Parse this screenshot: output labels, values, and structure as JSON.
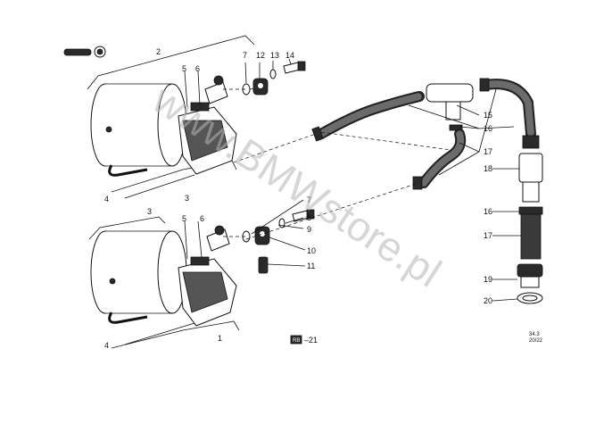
{
  "callouts": {
    "c1": "1",
    "c2": "2",
    "c3a": "3",
    "c3b": "3",
    "c4a": "4",
    "c4b": "4",
    "c5a": "5",
    "c5b": "5",
    "c6a": "6",
    "c6b": "6",
    "c7a": "7",
    "c7b": "7",
    "c8": "8",
    "c9": "9",
    "c10": "10",
    "c11": "11",
    "c12": "12",
    "c13": "13",
    "c14": "14",
    "c15": "15",
    "c16a": "16",
    "c16b": "16",
    "c17a": "17",
    "c17b": "17",
    "c18": "18",
    "c19": "19",
    "c20": "20"
  },
  "ref_box": "RB",
  "ref_page": "–21",
  "drawing_code": "34.3",
  "drawing_date": "20/22",
  "watermark": "www.BMWstore.pl",
  "colors": {
    "ink": "#111111",
    "watermark": "#b5b5b5",
    "background": "#ffffff"
  }
}
